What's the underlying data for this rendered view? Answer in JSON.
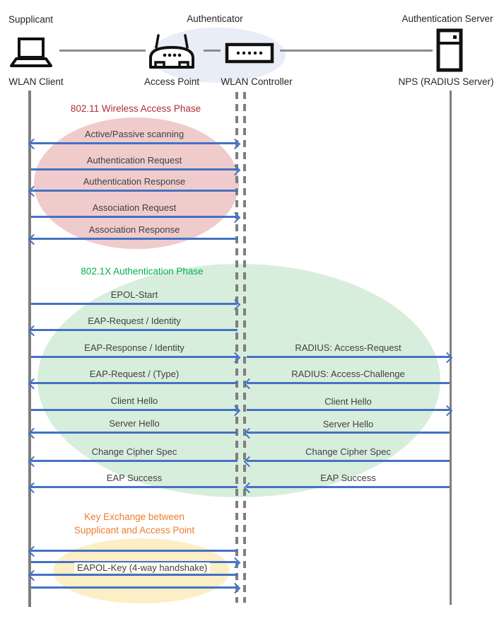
{
  "header": {
    "roles": {
      "supplicant": "Supplicant",
      "authenticator": "Authenticator",
      "authentication_server": "Authentication Server"
    },
    "devices": {
      "wlan_client": "WLAN Client",
      "access_point": "Access Point",
      "wlan_controller": "WLAN Controller",
      "nps": "NPS (RADIUS Server)"
    }
  },
  "phases": {
    "wireless_access": {
      "title": "802.11 Wireless Access Phase",
      "color": "#B02E34",
      "fill": "#F0CBCB"
    },
    "authentication": {
      "title": "802.1X Authentication Phase",
      "color": "#00B050",
      "fill": "#D8EEDC"
    },
    "key_exchange": {
      "title_line1": "Key Exchange between",
      "title_line2": "Supplicant and Access Point",
      "color": "#ED7D31",
      "fill": "#FCEFC5"
    }
  },
  "messages": {
    "client_to_controller": [
      {
        "label": "Active/Passive scanning",
        "direction": "both"
      },
      {
        "label": "Authentication Request",
        "direction": "right"
      },
      {
        "label": "Authentication Response",
        "direction": "left"
      },
      {
        "label": "Association Request",
        "direction": "right"
      },
      {
        "label": "Association Response",
        "direction": "left"
      },
      {
        "label": "EPOL-Start",
        "direction": "right"
      },
      {
        "label": "EAP-Request / Identity",
        "direction": "left"
      },
      {
        "label": "EAP-Response / Identity",
        "direction": "right"
      },
      {
        "label": "EAP-Request / (Type)",
        "direction": "left"
      },
      {
        "label": "Client Hello",
        "direction": "right"
      },
      {
        "label": "Server Hello",
        "direction": "left"
      },
      {
        "label": "Change Cipher Spec",
        "direction": "left"
      },
      {
        "label": "EAP Success",
        "direction": "left"
      },
      {
        "label": "",
        "direction": "left"
      },
      {
        "label": "",
        "direction": "right"
      },
      {
        "label": "EAPOL-Key (4-way handshake)",
        "direction": "left"
      },
      {
        "label": "",
        "direction": "right"
      }
    ],
    "controller_to_server": [
      {
        "label": "RADIUS: Access-Request",
        "direction": "right"
      },
      {
        "label": "RADIUS: Access-Challenge",
        "direction": "left"
      },
      {
        "label": "Client Hello",
        "direction": "right"
      },
      {
        "label": "Server Hello",
        "direction": "left"
      },
      {
        "label": "Change Cipher Spec",
        "direction": "left"
      },
      {
        "label": "EAP Success",
        "direction": "left"
      }
    ]
  },
  "colors": {
    "arrow": "#4472C4",
    "lifeline": "#7F7F7F",
    "authenticator_highlight": "#E9EDF8",
    "message_text": "#404040"
  }
}
